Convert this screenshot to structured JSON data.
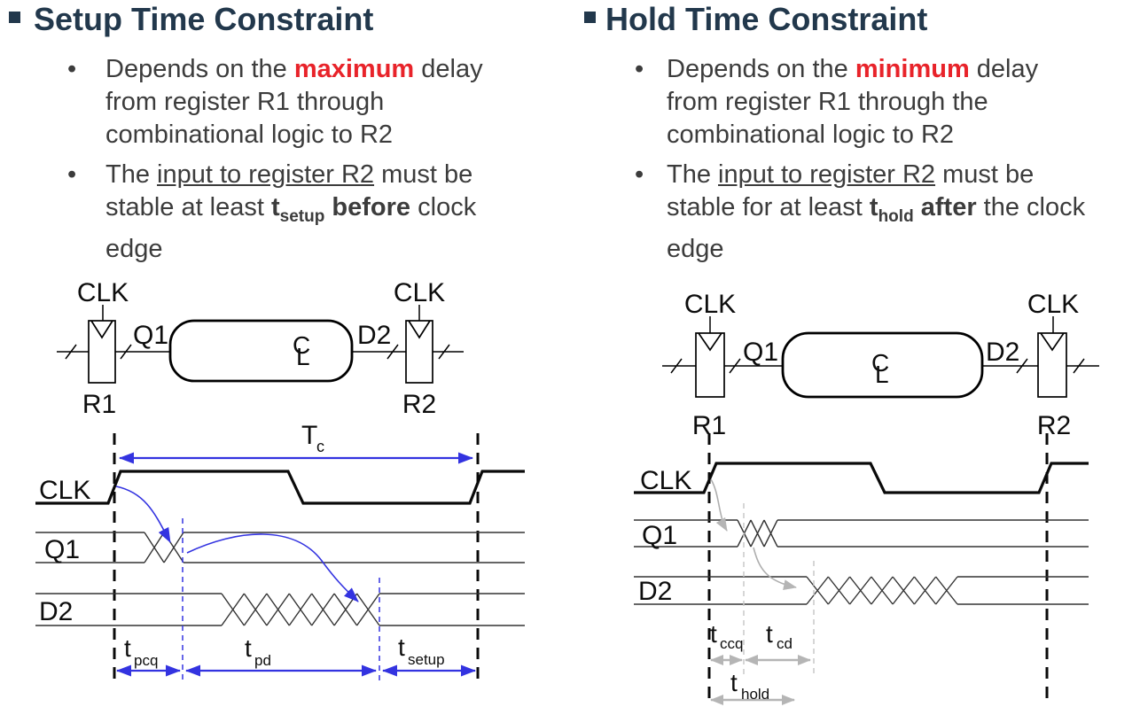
{
  "slide": {
    "bullet_char": "•",
    "colors": {
      "title_navy": "#22384c",
      "body_gray": "#3c3c3c",
      "accent_red": "#e8232a",
      "accent_blue": "#3333e0",
      "gray_annotation": "#b5b5b5"
    },
    "left": {
      "title": "Setup Time Constraint",
      "bullet1": [
        [
          {
            "t": "Depends on the "
          },
          {
            "t": "maximum",
            "c": "r"
          },
          {
            "t": " delay"
          }
        ],
        [
          {
            "t": "from register R1 through"
          }
        ],
        [
          {
            "t": "combinational logic to R2"
          }
        ]
      ],
      "bullet2": [
        [
          {
            "t": "The "
          },
          {
            "t": "input to register R2",
            "c": "u"
          },
          {
            "t": " must be"
          }
        ],
        [
          {
            "t": "stable at least "
          },
          {
            "t": "t",
            "c": "b"
          },
          {
            "t": "setup",
            "c": "s"
          },
          {
            "t": " "
          },
          {
            "t": "before",
            "c": "b"
          },
          {
            "t": " clock"
          }
        ],
        [
          {
            "t": "edge"
          }
        ]
      ],
      "circuit": {
        "clk_left": "CLK",
        "clk_right": "CLK",
        "q1": "Q1",
        "d2": "D2",
        "r1": "R1",
        "r2": "R2",
        "cl_c": "C",
        "cl_l": "L"
      },
      "timing": {
        "clk": "CLK",
        "q1": "Q1",
        "d2": "D2",
        "tc_t": "T",
        "tc_sub": "c",
        "tpcq_t": "t",
        "tpcq_sub": "pcq",
        "tpd_t": "t",
        "tpd_sub": "pd",
        "tsetup_t": "t",
        "tsetup_sub": "setup"
      }
    },
    "right": {
      "title": "Hold Time Constraint",
      "bullet1": [
        [
          {
            "t": "Depends on the "
          },
          {
            "t": "minimum",
            "c": "r"
          },
          {
            "t": " delay"
          }
        ],
        [
          {
            "t": "from register R1 through the"
          }
        ],
        [
          {
            "t": "combinational logic to R2"
          }
        ]
      ],
      "bullet2": [
        [
          {
            "t": "The "
          },
          {
            "t": "input to register R2",
            "c": "u"
          },
          {
            "t": " must be"
          }
        ],
        [
          {
            "t": "stable for at least "
          },
          {
            "t": "t",
            "c": "b"
          },
          {
            "t": "hold",
            "c": "s"
          },
          {
            "t": " "
          },
          {
            "t": "after",
            "c": "b"
          },
          {
            "t": " the clock"
          }
        ],
        [
          {
            "t": "edge"
          }
        ]
      ],
      "circuit": {
        "clk_left": "CLK",
        "clk_right": "CLK",
        "q1": "Q1",
        "d2": "D2",
        "r1": "R1",
        "r2": "R2",
        "cl_c": "C",
        "cl_l": "L"
      },
      "timing": {
        "clk": "CLK",
        "q1": "Q1",
        "d2": "D2",
        "tccq_t": "t",
        "tccq_sub": "ccq",
        "tcd_t": "t",
        "tcd_sub": "cd",
        "thold_t": "t",
        "thold_sub": "hold"
      }
    }
  }
}
